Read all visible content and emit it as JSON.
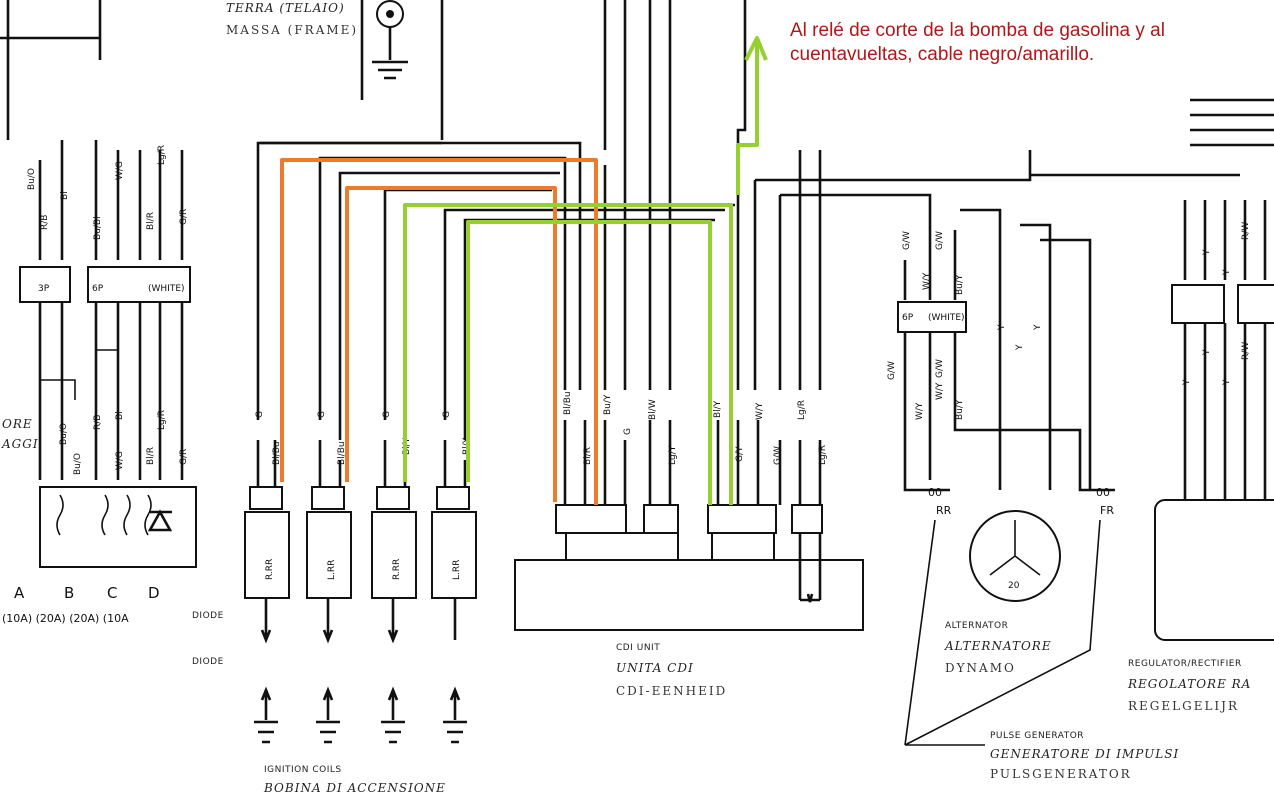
{
  "annotation": {
    "text": "Al  relé de corte de la bomba de gasolina y al cuentavueltas, cable negro/amarillo.",
    "color": "#b01818"
  },
  "colors": {
    "orange_wire": "#ee7a2c",
    "green_wire": "#96d030"
  },
  "top_captions": {
    "line1": "TERRA (TELAIO)",
    "line2": "MASSA (FRAME)"
  },
  "left": {
    "cap1": "ORE",
    "cap2": "AGGI",
    "fuse_letters": [
      "A",
      "B",
      "C",
      "D"
    ],
    "fuse_ratings": "(10A) (20A) (20A) (10A",
    "diode1": "DIODE",
    "diode2": "DIODE",
    "connector_a": "3P",
    "connector_b": "6P",
    "connector_b2": "(WHITE)",
    "wire_labels_upper": [
      "Bu/O",
      "R/B",
      "Bl",
      "Bu/Bl",
      "W/G",
      "Bl/R",
      "Lg/R",
      "G/R"
    ],
    "wire_labels_lower": [
      "Bu/O",
      "R/B",
      "Bl",
      "W/G",
      "Bl/R",
      "Lg/R",
      "G/R",
      "Bu/O"
    ]
  },
  "coils": {
    "labels": [
      "R.RR",
      "L.RR",
      "R.RR",
      "L.RR"
    ],
    "wire_top": [
      "G",
      "G",
      "G",
      "G"
    ],
    "wire_second": [
      "Bl/Bu",
      "Bl/Bu",
      "Bl/Y",
      "Bl/Y"
    ],
    "caption1": "IGNITION COILS",
    "caption2": "BOBINA DI ACCENSIONE"
  },
  "cdi": {
    "wire_labels": [
      "Bl/Bu",
      "Bl/R",
      "G",
      "Bu/Y",
      "Bl/W",
      "Lg/Y",
      "Bl/Y",
      "G/Y",
      "W/Y",
      "G/W",
      "Lg/R",
      "Lg/R"
    ],
    "caption1": "CDI UNIT",
    "caption2": "UNITA CDI",
    "caption3": "CDI-EENHEID"
  },
  "alternator": {
    "wire_labels": [
      "G/W",
      "G/W",
      "W/Y",
      "Bu/Y",
      "W/Y",
      "G/W",
      "G/W",
      "Bu/Y",
      "W/Y",
      "Y",
      "Y",
      "Y"
    ],
    "connector": "6P",
    "connector2": "(WHITE)",
    "rr": "RR",
    "fr": "FR",
    "caption1": "ALTERNATOR",
    "caption2": "ALTERNATORE",
    "caption3": "DYNAMO",
    "pulse1": "PULSE GENERATOR",
    "pulse2": "GENERATORE DI IMPULSI",
    "pulse3": "PULSGENERATOR"
  },
  "regulator": {
    "wire_labels": [
      "R/W",
      "Y",
      "Y",
      "Y",
      "Y",
      "R/W",
      "Y"
    ],
    "caption1": "REGULATOR/RECTIFIER",
    "caption2": "REGOLATORE RA",
    "caption3": "REGELGELIJR"
  }
}
